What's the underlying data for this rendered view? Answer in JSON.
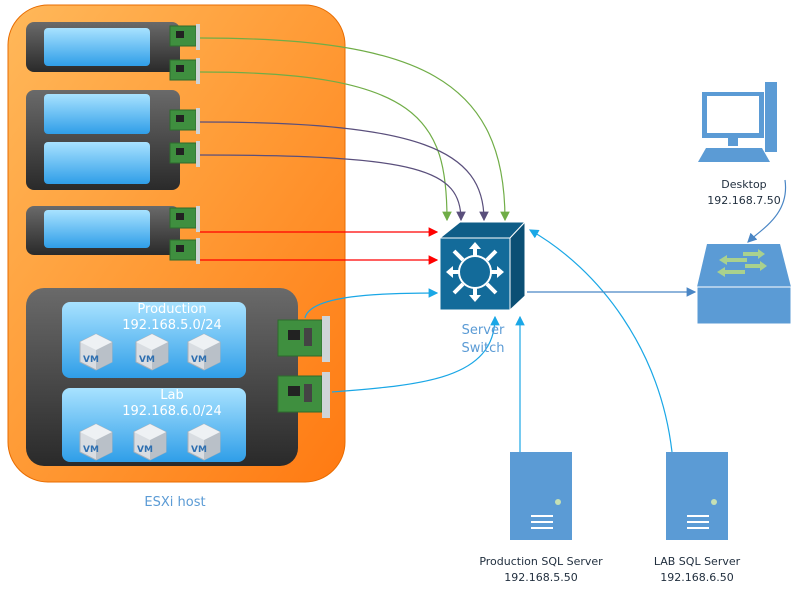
{
  "esxi_host": {
    "label": "ESXi host",
    "color": "#ff8a1c"
  },
  "networks": [
    {
      "name": "Production",
      "subnet": "192.168.5.0/24",
      "vms": [
        "VM",
        "VM",
        "VM"
      ]
    },
    {
      "name": "Lab",
      "subnet": "192.168.6.0/24",
      "vms": [
        "VM",
        "VM",
        "VM"
      ]
    }
  ],
  "server_switch": {
    "line1": "Server",
    "line2": "Switch",
    "color": "#136b9a"
  },
  "desktop": {
    "name": "Desktop",
    "ip": "192.168.7.50"
  },
  "sql_servers": [
    {
      "name": "Production SQL Server",
      "ip": "192.168.5.50"
    },
    {
      "name": "LAB SQL Server",
      "ip": "192.168.6.50"
    }
  ],
  "link_colors": {
    "green": "#70ad47",
    "purple": "#5a4f7c",
    "red": "#ff0000",
    "blue": "#1aa7e6"
  }
}
